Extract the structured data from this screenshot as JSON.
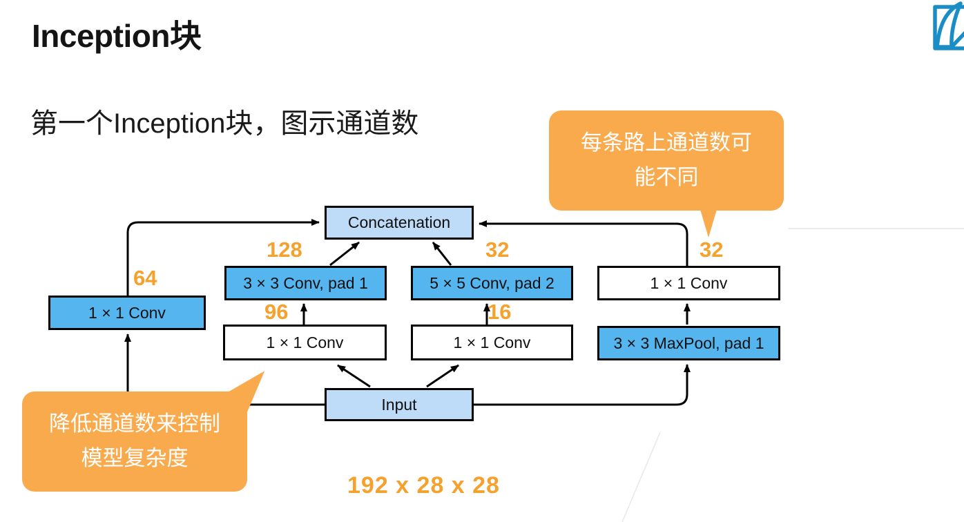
{
  "slide": {
    "title": "Inception块",
    "subtitle": "第一个Inception块，图示通道数",
    "input_shape_label": "192 x 28 x 28"
  },
  "callouts": {
    "top_right": {
      "lines": [
        "每条路上通道数可",
        "能不同"
      ]
    },
    "bottom_left": {
      "lines": [
        "降低通道数来控制",
        "模型复杂度"
      ]
    }
  },
  "diagram": {
    "nodes": {
      "concatenation": {
        "label": "Concatenation"
      },
      "conv1x1_path1": {
        "label": "1 × 1 Conv"
      },
      "conv3x3_path2": {
        "label": "3 × 3 Conv, pad 1"
      },
      "conv1x1_path2": {
        "label": "1 × 1 Conv"
      },
      "conv5x5_path3": {
        "label": "5 × 5 Conv, pad 2"
      },
      "conv1x1_path3": {
        "label": "1 × 1 Conv"
      },
      "conv1x1_path4": {
        "label": "1 × 1 Conv"
      },
      "maxpool_path4": {
        "label": "3 × 3 MaxPool, pad 1"
      },
      "input": {
        "label": "Input"
      }
    },
    "channel_labels": {
      "path1_out": "64",
      "path2_out": "128",
      "path2_in": "96",
      "path3_out": "32",
      "path3_in": "16",
      "path4_out": "32"
    }
  },
  "colors": {
    "box_blue": "#55b5ef",
    "box_light_blue": "#bedcf8",
    "box_white": "#ffffff",
    "callout_orange": "#f8aa4d",
    "number_orange": "#f5a12d",
    "logo_blue": "#1b8dc6",
    "line_black": "#000000"
  },
  "logo": {
    "name": "d2l-logo"
  }
}
